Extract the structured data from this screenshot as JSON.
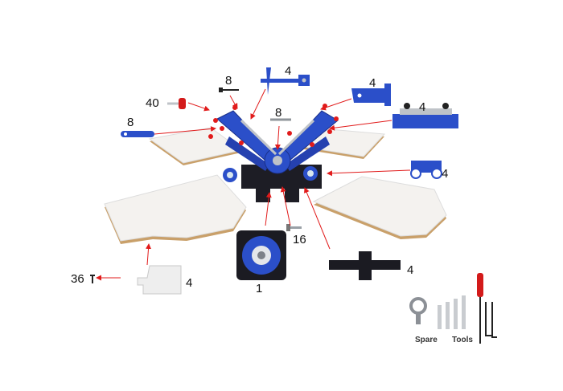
{
  "colors": {
    "arrow": "#e11b1b",
    "frame": "#2b4fc9",
    "platen": "#f4f2ef",
    "platen_edge": "#c9a06a",
    "steel": "#bfc3c8"
  },
  "labels": {
    "carousel_top": "4",
    "top_screw": "8",
    "red_knob": "40",
    "left_bracket": "8",
    "center_pin": "8",
    "right_side_bracket": "4",
    "right_clamp": "4",
    "right_rollers": "4",
    "bolt": "16",
    "base_bar": "4",
    "platen_small": "4",
    "small_screw": "36",
    "base_plate": "1"
  },
  "captions": {
    "spare": "Spare",
    "tools": "Tools"
  },
  "icons": [
    "eye-bolt-icon",
    "wrench-icon",
    "screwdriver-icon",
    "hex-key-icon"
  ]
}
